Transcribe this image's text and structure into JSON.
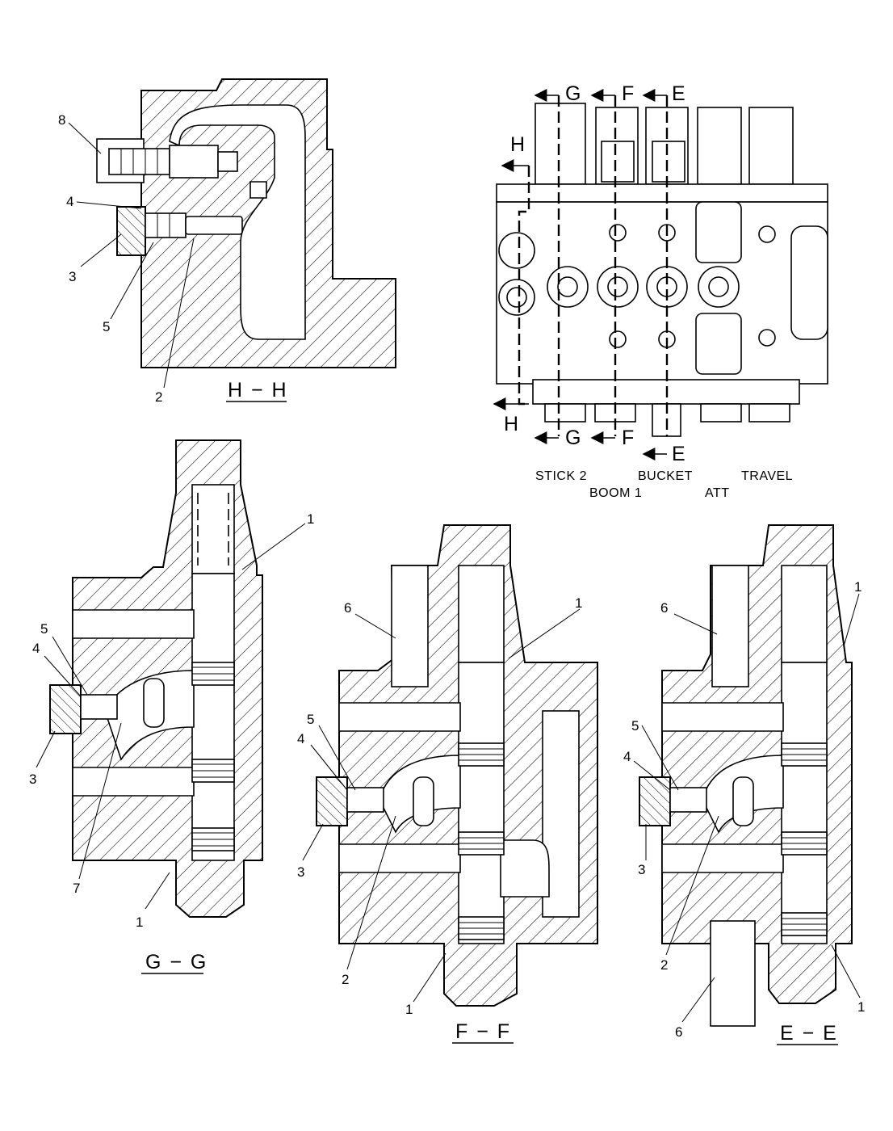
{
  "views": {
    "hh": {
      "title": "H − H"
    },
    "gg": {
      "title": "G − G"
    },
    "ff": {
      "title": "F − F"
    },
    "ee": {
      "title": "E − E"
    }
  },
  "section_markers": {
    "g": "G",
    "f": "F",
    "e": "E",
    "h": "H"
  },
  "spool_labels": {
    "stick2": "STICK 2",
    "boom1": "BOOM 1",
    "bucket": "BUCKET",
    "att": "ATT",
    "travel": "TRAVEL"
  },
  "callouts": {
    "hh": {
      "c8": "8",
      "c4": "4",
      "c3": "3",
      "c5": "5",
      "c2": "2"
    },
    "gg": {
      "c5": "5",
      "c4": "4",
      "c3": "3",
      "c7": "7",
      "c1a": "1",
      "c1b": "1"
    },
    "ff": {
      "c6": "6",
      "c1a": "1",
      "c5": "5",
      "c4": "4",
      "c3": "3",
      "c2": "2",
      "c1b": "1"
    },
    "ee": {
      "c5": "5",
      "c6a": "6",
      "c1a": "1",
      "c4": "4",
      "c3": "3",
      "c2": "2",
      "c6b": "6",
      "c1b": "1"
    }
  }
}
